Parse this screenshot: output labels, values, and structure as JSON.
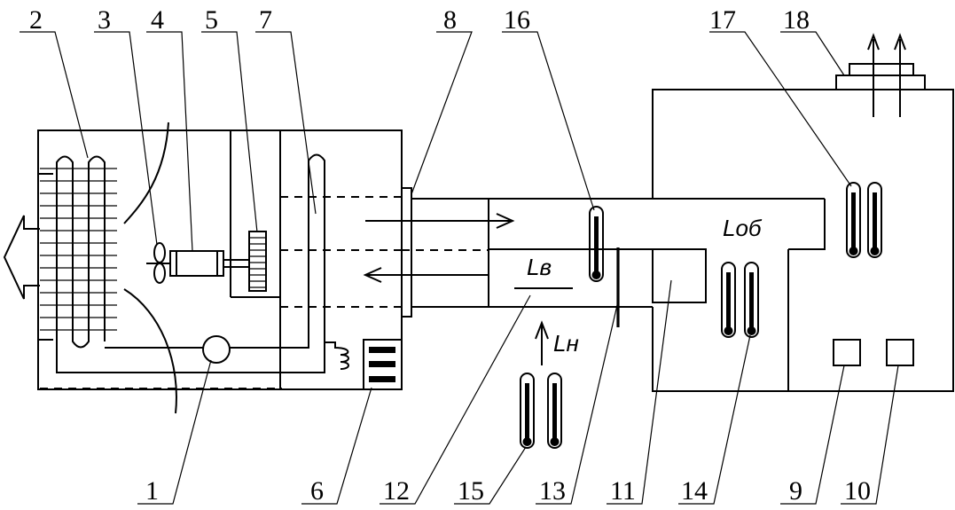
{
  "labels": {
    "n1": "1",
    "n2": "2",
    "n3": "3",
    "n4": "4",
    "n5": "5",
    "n6": "6",
    "n7": "7",
    "n8": "8",
    "n9": "9",
    "n10": "10",
    "n11": "11",
    "n12": "12",
    "n13": "13",
    "n14": "14",
    "n15": "15",
    "n16": "16",
    "n17": "17",
    "n18": "18"
  },
  "flows": {
    "l_in": "Lв",
    "l_n": "Lн",
    "l_ob": "Lоб"
  }
}
